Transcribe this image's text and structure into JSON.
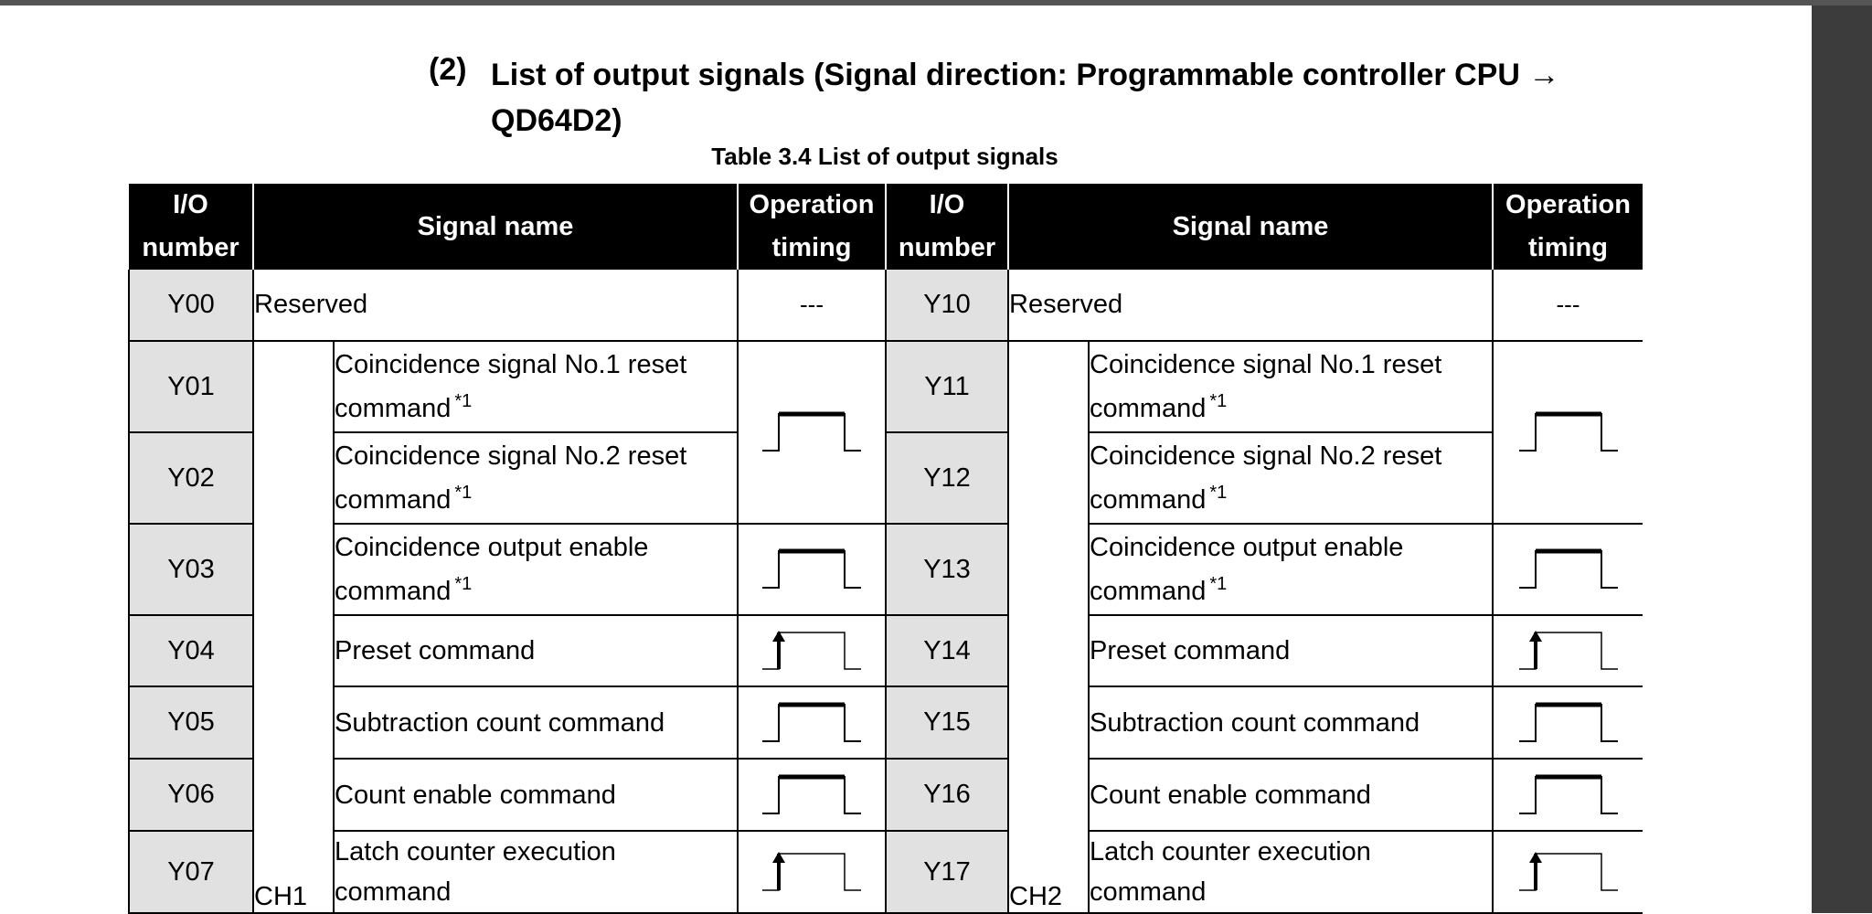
{
  "heading": {
    "number": "(2)",
    "title": "List of output signals (Signal direction: Programmable controller CPU → QD64D2)"
  },
  "caption": "Table 3.4 List of output signals",
  "columns": {
    "io_number": "I/O number",
    "signal_name": "Signal name",
    "operation_timing": "Operation timing"
  },
  "left": {
    "reserved_io": "Y00",
    "reserved_label": "Reserved",
    "reserved_timing": "---",
    "channel": "CH1",
    "rows": [
      {
        "io": "Y01",
        "name": "Coincidence signal No.1 reset command",
        "note": "*1"
      },
      {
        "io": "Y02",
        "name": "Coincidence signal No.2 reset command",
        "note": "*1"
      },
      {
        "io": "Y03",
        "name": "Coincidence output enable command",
        "note": "*1"
      },
      {
        "io": "Y04",
        "name": "Preset command",
        "note": ""
      },
      {
        "io": "Y05",
        "name": "Subtraction count command",
        "note": ""
      },
      {
        "io": "Y06",
        "name": "Count enable command",
        "note": ""
      },
      {
        "io": "Y07",
        "name": "Latch counter execution command",
        "note": ""
      }
    ]
  },
  "right": {
    "reserved_io": "Y10",
    "reserved_label": "Reserved",
    "reserved_timing": "---",
    "channel": "CH2",
    "rows": [
      {
        "io": "Y11",
        "name": "Coincidence signal No.1 reset command",
        "note": "*1"
      },
      {
        "io": "Y12",
        "name": "Coincidence signal No.2 reset command",
        "note": "*1"
      },
      {
        "io": "Y13",
        "name": "Coincidence output enable command",
        "note": "*1"
      },
      {
        "io": "Y14",
        "name": "Preset command",
        "note": ""
      },
      {
        "io": "Y15",
        "name": "Subtraction count command",
        "note": ""
      },
      {
        "io": "Y16",
        "name": "Count enable command",
        "note": ""
      },
      {
        "io": "Y17",
        "name": "Latch counter execution command",
        "note": ""
      }
    ]
  },
  "timing_icons": {
    "level": "level-timing-icon",
    "rising_edge": "rising-edge-timing-icon"
  }
}
